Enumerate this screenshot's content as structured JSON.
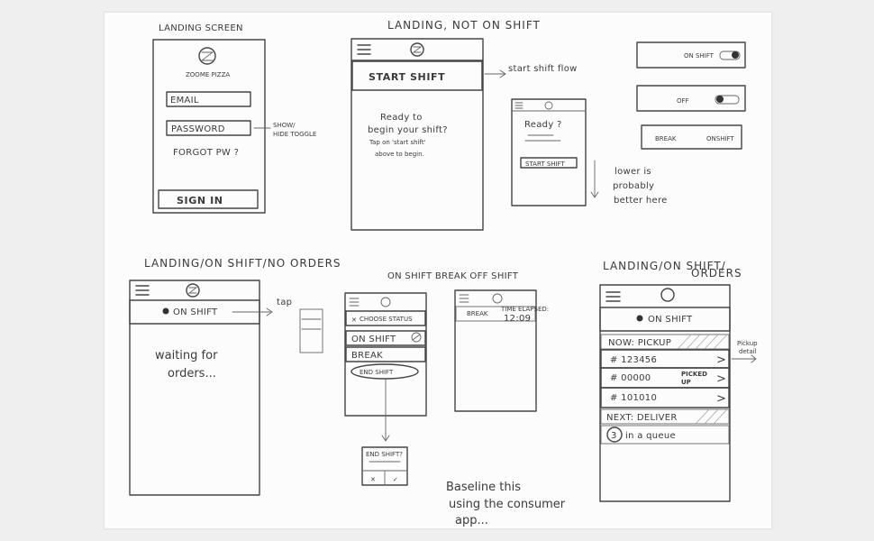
{
  "headings": {
    "landing_screen": "LANDING SCREEN",
    "landing_not_on_shift": "LANDING, NOT ON SHIFT",
    "landing_on_shift_no_orders": "LANDING/ON SHIFT/NO ORDERS",
    "on_shift_break_off_shift": "ON SHIFT   BREAK  OFF SHIFT",
    "landing_on_shift_orders_1": "LANDING/ON SHIFT/",
    "landing_on_shift_orders_2": "ORDERS"
  },
  "login": {
    "brand": "ZOOME PIZZA",
    "email_placeholder": "EMAIL",
    "password_placeholder": "PASSWORD",
    "forgot": "FORGOT PW ?",
    "sign_in": "SIGN IN",
    "note_line1": "SHOW/",
    "note_line2": "HIDE TOGGLE"
  },
  "not_on_shift": {
    "start_shift": "START SHIFT",
    "ready_line1": "Ready to",
    "ready_line2": "begin your shift?",
    "ready_line3": "Tap on  'start shift'",
    "ready_line4": "above to begin.",
    "arrow_note": "start shift flow",
    "alt_ready": "Ready ?",
    "alt_start_shift": "START SHIFT",
    "lower_note_1": "lower is",
    "lower_note_2": "probably",
    "lower_note_3": "better here"
  },
  "toggles": {
    "on_shift": "ON SHIFT",
    "off": "OFF",
    "break": "BREAK",
    "on_shift_2": "ONSHIFT"
  },
  "no_orders": {
    "on_shift": "ON SHIFT",
    "waiting_1": "waiting for",
    "waiting_2": "orders...",
    "tap": "tap"
  },
  "status_menu": {
    "choose_status": "CHOOSE STATUS",
    "on_shift": "ON SHIFT",
    "break": "BREAK",
    "end_shift": "END SHIFT",
    "dialog_title": "END SHIFT?",
    "dialog_no": "✕",
    "dialog_yes": "✓"
  },
  "break_screen": {
    "label": "BREAK",
    "time_elapsed": "TIME ELAPSED:",
    "time": "12:09"
  },
  "orders": {
    "on_shift": "ON SHIFT",
    "now_pickup": "NOW: PICKUP",
    "order_1": "# 123456",
    "order_2": "# 00000",
    "picked_up_1": "PICKED",
    "picked_up_2": "UP",
    "order_3": "# 101010",
    "next_deliver": "NEXT: DELIVER",
    "queue_count": "3",
    "queue_text": "in a queue",
    "pickup_note_1": "Pickup",
    "pickup_note_2": "detail"
  },
  "footnote": {
    "line1": "Baseline this",
    "line2": "using the consumer",
    "line3": "app..."
  }
}
